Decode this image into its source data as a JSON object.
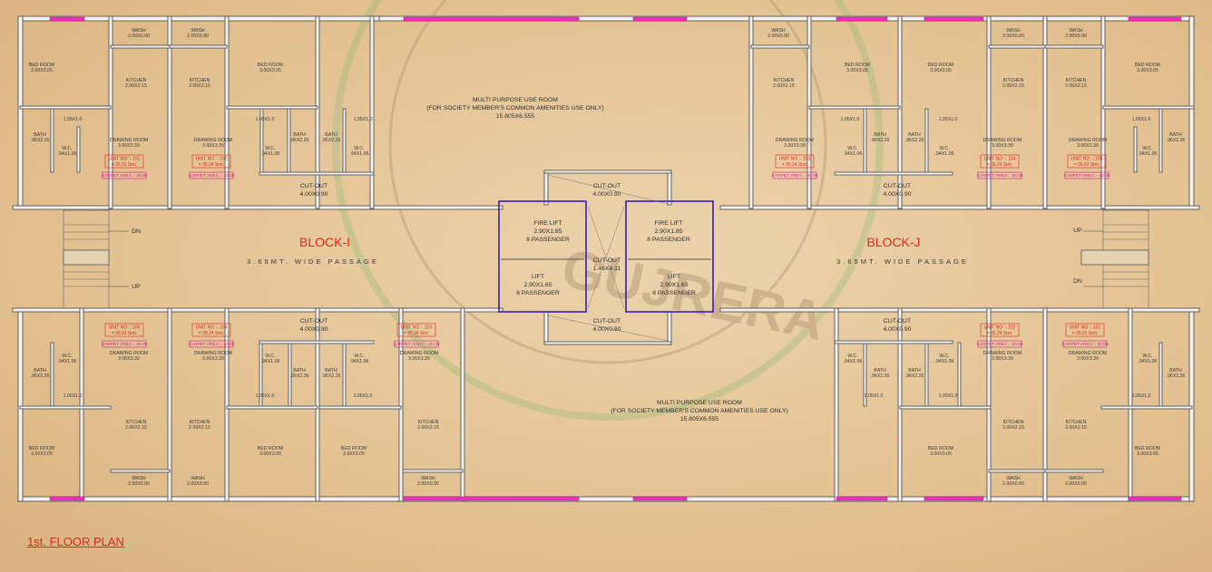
{
  "title": "1st. FLOOR PLAN",
  "watermark": "GUJRERA",
  "blocks": [
    "BLOCK-I",
    "BLOCK-J"
  ],
  "passage": "3.65MT.  WIDE  PASSAGE",
  "stairs": {
    "up": "UP",
    "down": "DN"
  },
  "multipurpose": {
    "name": "MULTI PURPOSE USE ROOM",
    "note": "(FOR SOCIETY MEMBER'S COMMON AMENITIES USE ONLY)",
    "size": "15.805X6.555"
  },
  "core": {
    "fire_lift": {
      "name": "FIRE LIFT",
      "size": "2.90X1.85",
      "cap": "6 PASSENGER"
    },
    "lift": {
      "name": "LIFT",
      "size": "2.90X1.65",
      "cap": "6 PASSENGER"
    },
    "cutout": {
      "name": "CUT-OUT",
      "size": "4.00X0.90"
    },
    "cutout_mid": {
      "name": "CUT-OUT",
      "size": "1.46X4.11"
    }
  },
  "rooms": {
    "wash": {
      "name": "WASH",
      "size": "2.00X0.90"
    },
    "bed": {
      "name": "BED ROOM",
      "size": "3.00X3.05"
    },
    "kitchen": {
      "name": "KITCHEN",
      "size": "2.00X2.15"
    },
    "drawing": {
      "name": "DRAWING ROOM",
      "size": "3.00X3.39"
    },
    "bath": {
      "name": "BATH",
      "size": ".96X2.26"
    },
    "wc": {
      "name": "W.C.",
      "size": ".94X1.06"
    },
    "passage_small": "1.05X1.0"
  },
  "units": {
    "u101": {
      "no": "UNIT NO :- 101",
      "area": "= 35.91 Smt."
    },
    "u102": {
      "no": "UNIT NO :- 102",
      "area": "= 35.24 Smt."
    },
    "u103": {
      "no": "UNIT NO :- 103",
      "area": "= 35.24 Smt."
    },
    "u104": {
      "no": "UNIT NO :- 104",
      "area": "= 35.24 Smt."
    },
    "u105": {
      "no": "UNIT NO :- 105",
      "area": "= 35.91 Smt."
    },
    "carpet": "CARPET AREA :- 30.00"
  },
  "colors": {
    "wall": "#f4f2ee",
    "window": "#f02fc0",
    "lift": "#3320b8",
    "label": "#e0261b",
    "carpet": "#d01e8e",
    "watermark": "#7fb86a"
  }
}
